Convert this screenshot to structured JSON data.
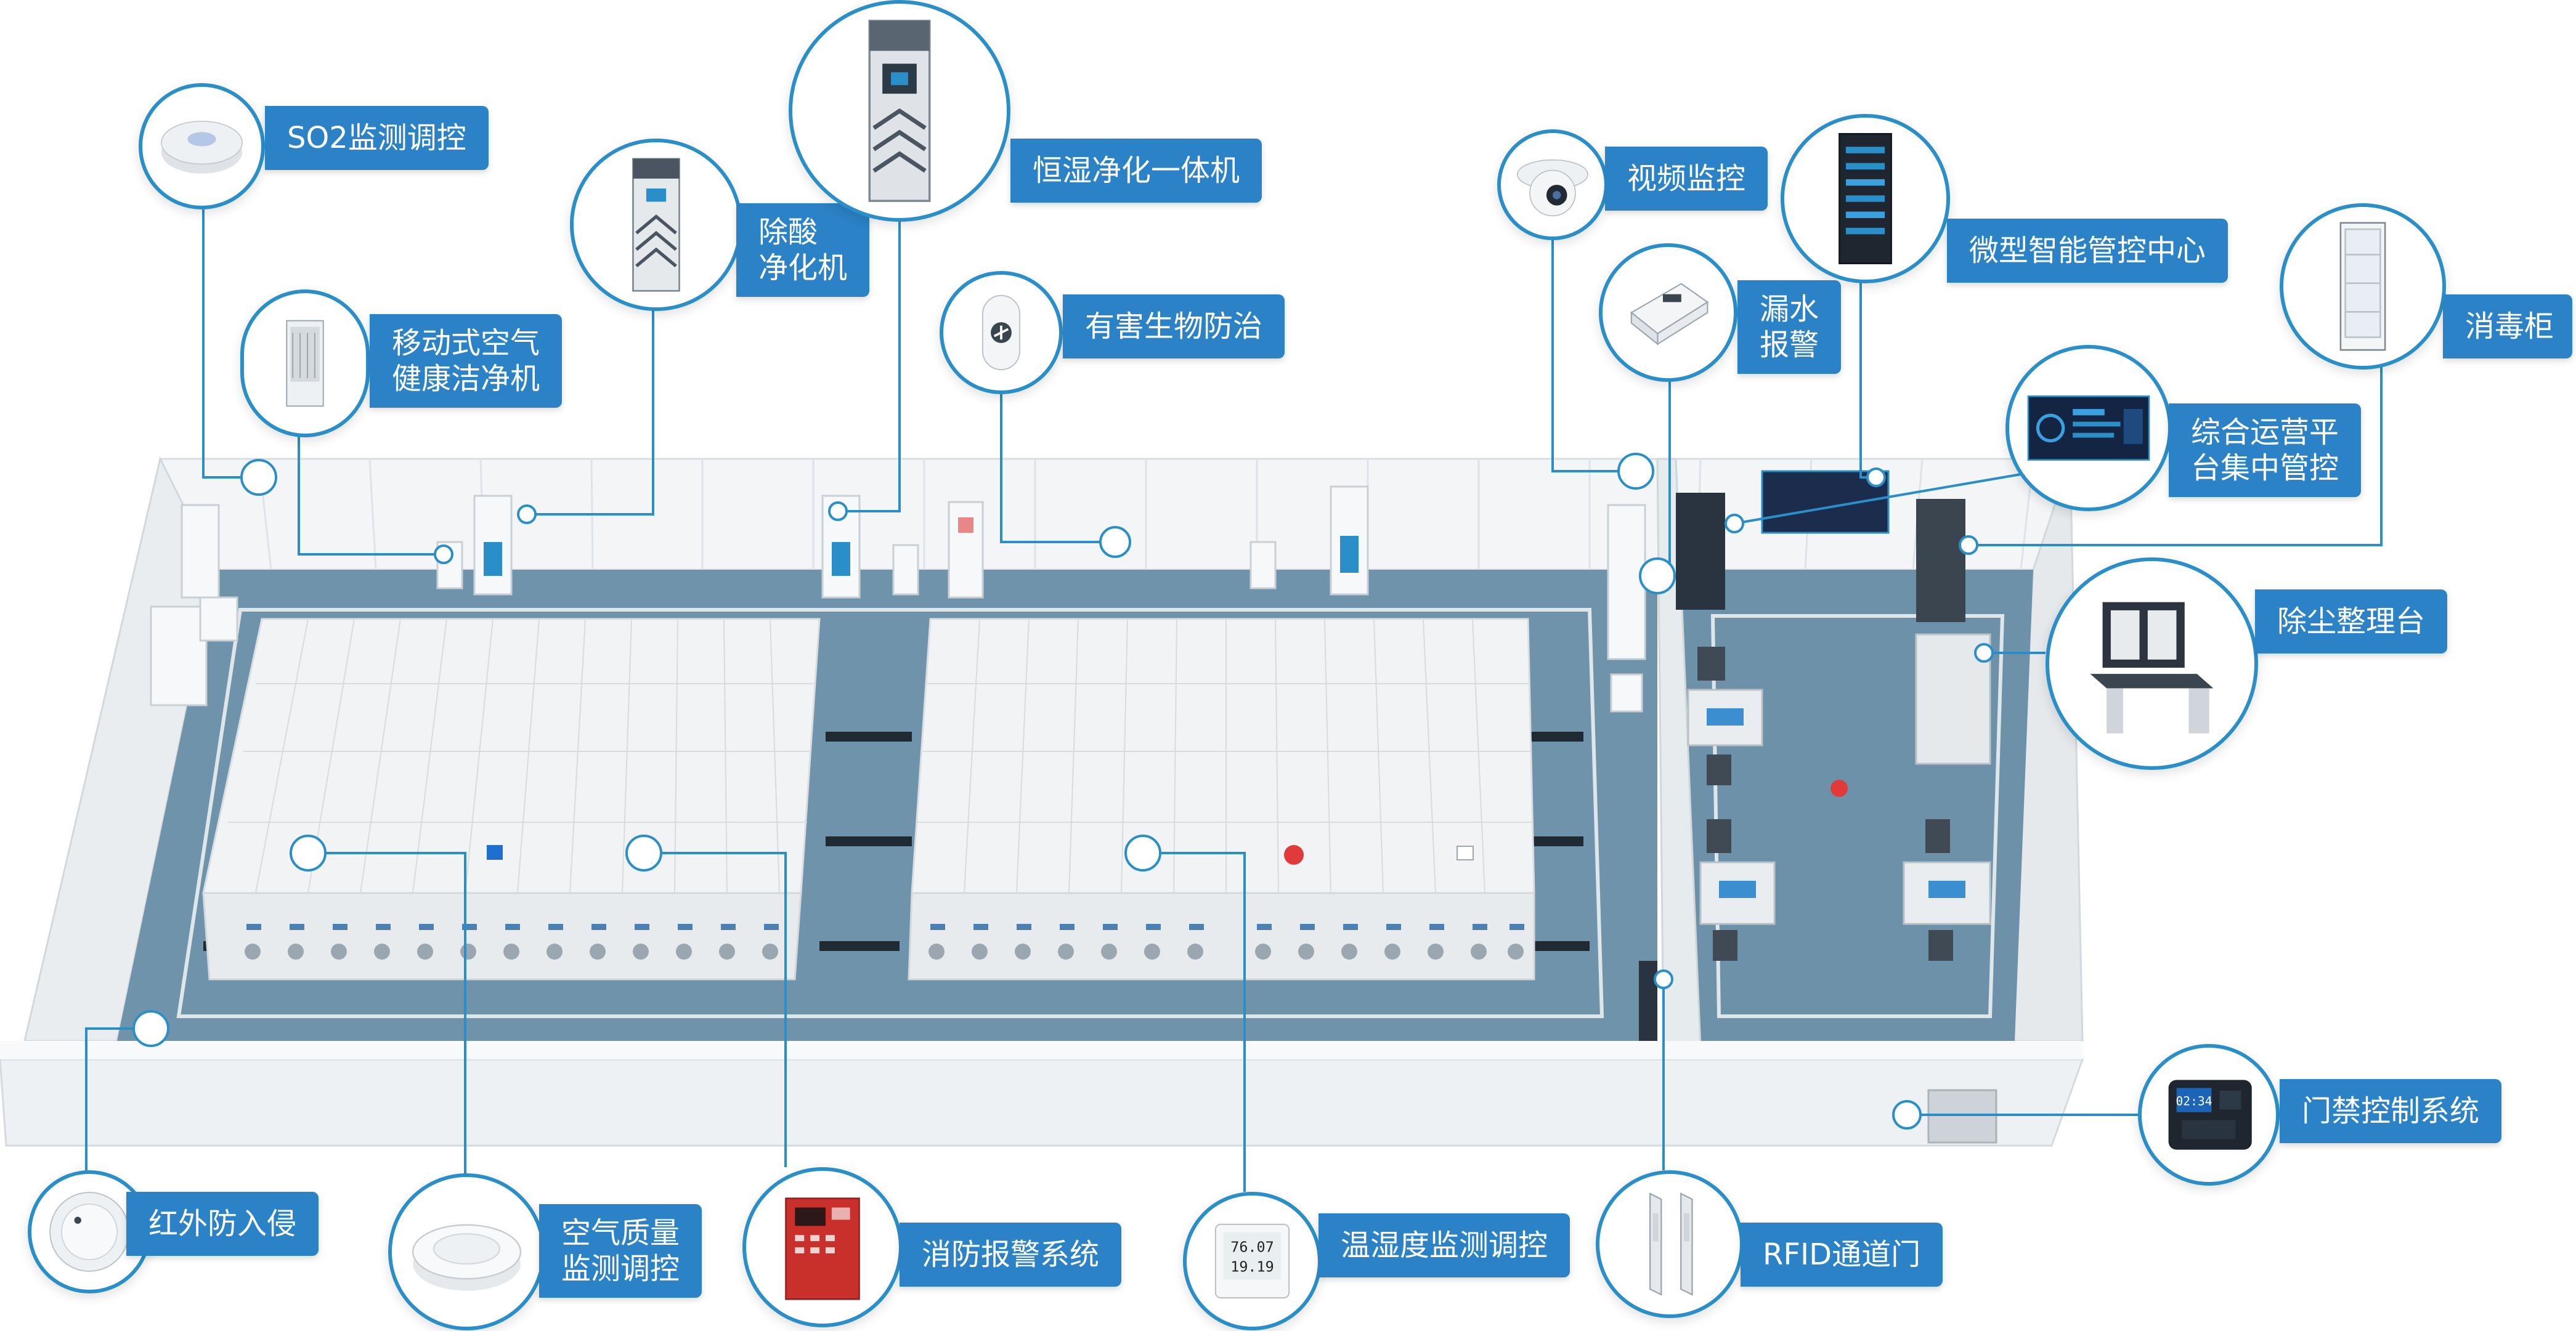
{
  "colors": {
    "accent": "#2b82c6",
    "leader": "#2a8fc8",
    "floor": "#6e93aa",
    "wall": "#f2f4f6",
    "shelf": "#eef0f2",
    "alarm": "#e03a3a"
  },
  "labels": {
    "so2": "SO2监测调控",
    "mobile_air_1": "移动式空气",
    "mobile_air_2": "健康洁净机",
    "acid_1": "除酸",
    "acid_2": "净化机",
    "humidity": "恒湿净化一体机",
    "pest": "有害生物防治",
    "video": "视频监控",
    "micro_center": "微型智能管控中心",
    "leak_1": "漏水",
    "leak_2": "报警",
    "disinfect": "消毒柜",
    "ops_1": "综合运营平",
    "ops_2": "台集中管控",
    "dust": "除尘整理台",
    "access": "门禁控制系统",
    "infrared": "红外防入侵",
    "air_quality_1": "空气质量",
    "air_quality_2": "监测调控",
    "fire": "消防报警系统",
    "temp_humidity": "温湿度监测调控",
    "rfid": "RFID通道门"
  },
  "icons": {
    "so2": "smoke-sensor-icon",
    "mobile_air": "air-purifier-icon",
    "acid": "purifier-cabinet-icon",
    "humidity": "humidity-cabinet-icon",
    "pest": "pest-repeller-icon",
    "video": "dome-camera-icon",
    "micro_center": "server-rack-icon",
    "leak": "leak-detector-icon",
    "disinfect": "disinfection-cabinet-icon",
    "ops": "dashboard-screen-icon",
    "dust": "dust-workbench-icon",
    "access": "access-terminal-icon",
    "infrared": "infrared-sensor-icon",
    "air_quality": "air-quality-sensor-icon",
    "fire": "fire-alarm-panel-icon",
    "temp_humidity": "thermo-hygrometer-icon",
    "rfid": "rfid-gate-icon"
  },
  "thermo_display": {
    "temperature": "76.07",
    "humidity": "19.19"
  },
  "access_display": {
    "time": "02:34"
  }
}
